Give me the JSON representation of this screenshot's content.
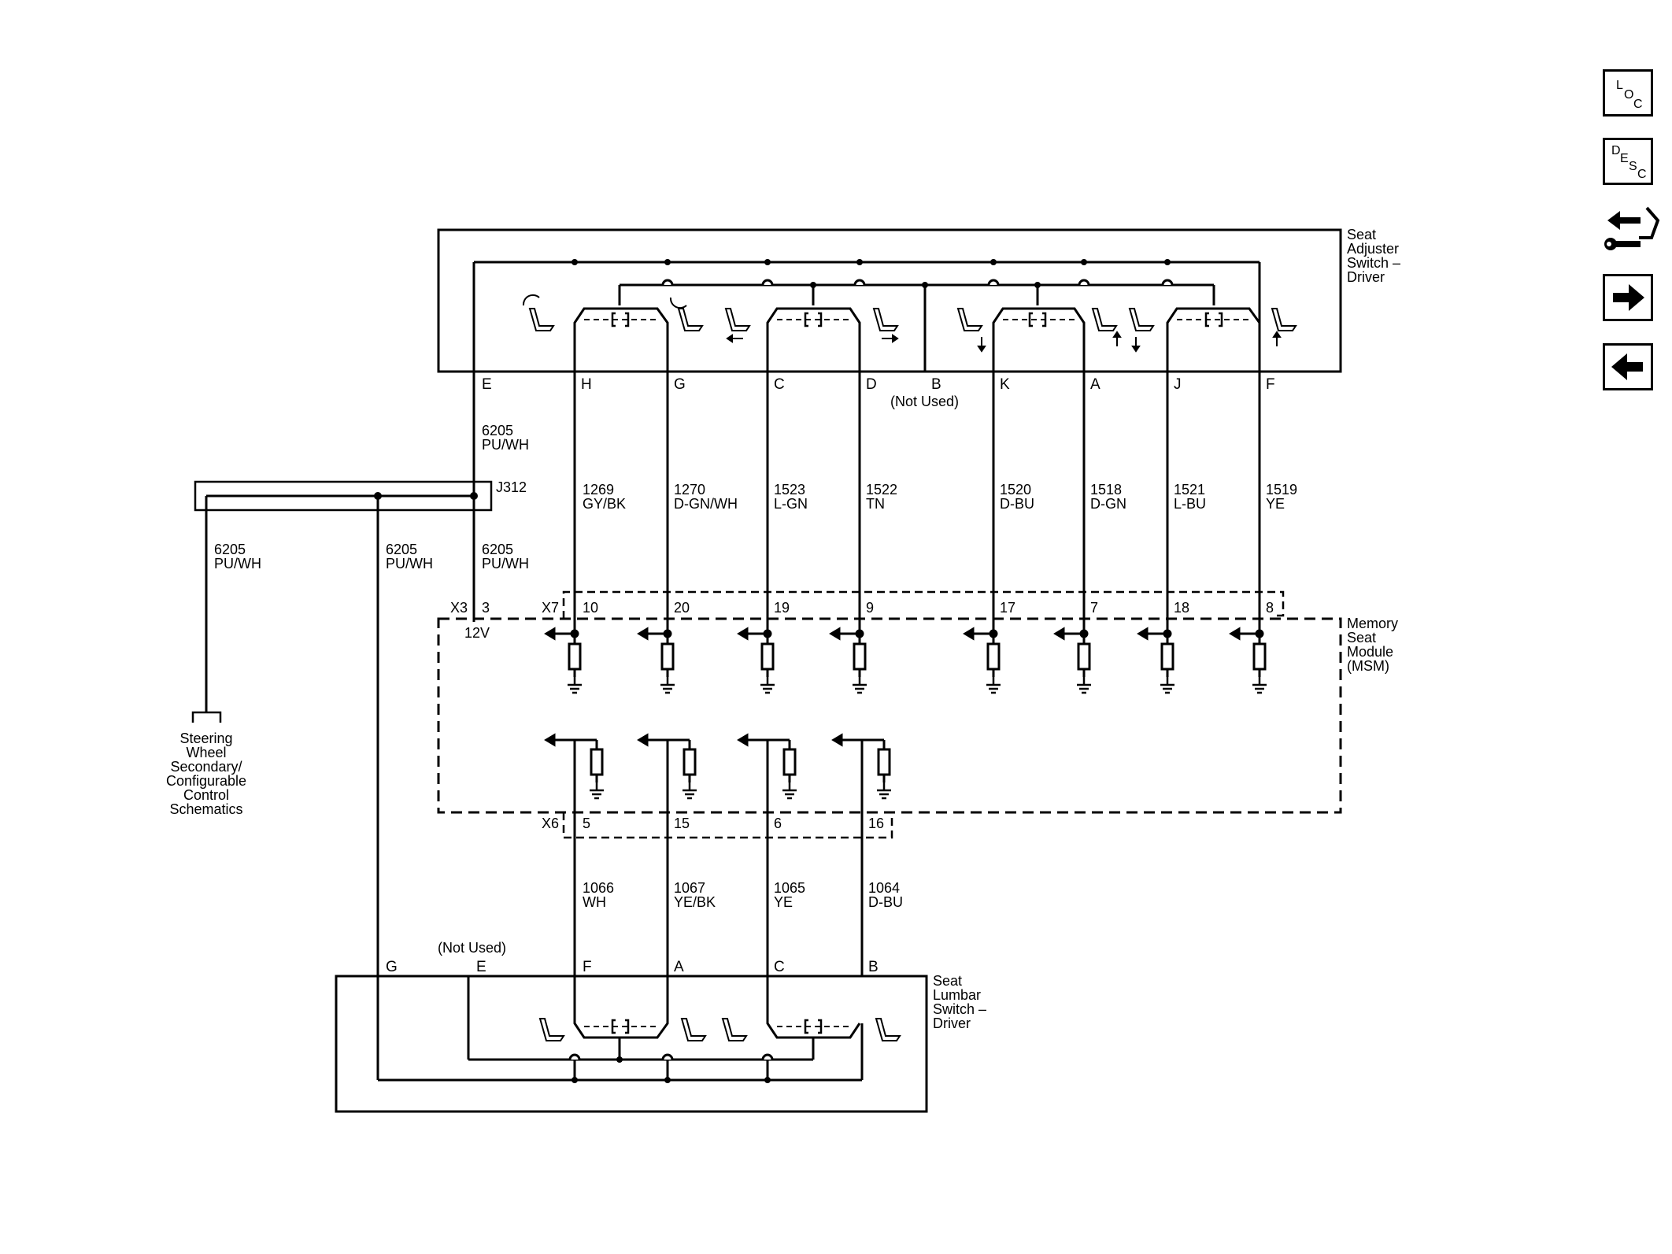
{
  "components": {
    "seat_adjuster_switch": [
      "Seat",
      "Adjuster",
      "Switch –",
      "Driver"
    ],
    "memory_seat_module": [
      "Memory",
      "Seat",
      "Module",
      "(MSM)"
    ],
    "seat_lumbar_switch": [
      "Seat",
      "Lumbar",
      "Switch –",
      "Driver"
    ],
    "steering_wheel_ref": [
      "Steering",
      "Wheel",
      "Secondary/",
      "Configurable",
      "Control",
      "Schematics"
    ]
  },
  "splice": "J312",
  "voltage": "12V",
  "not_used": "(Not Used)",
  "connectors": {
    "x3": "X3",
    "x7": "X7",
    "x6": "X6"
  },
  "adjuster_pins": [
    {
      "pin": "E",
      "circuit": "6205",
      "color": "PU/WH",
      "msm_pin": "3"
    },
    {
      "pin": "H",
      "circuit": "1269",
      "color": "GY/BK",
      "msm_pin": "10"
    },
    {
      "pin": "G",
      "circuit": "1270",
      "color": "D-GN/WH",
      "msm_pin": "20"
    },
    {
      "pin": "C",
      "circuit": "1523",
      "color": "L-GN",
      "msm_pin": "19"
    },
    {
      "pin": "D",
      "circuit": "1522",
      "color": "TN",
      "msm_pin": "9"
    },
    {
      "pin": "B",
      "circuit": "",
      "color": "",
      "msm_pin": ""
    },
    {
      "pin": "K",
      "circuit": "1520",
      "color": "D-BU",
      "msm_pin": "17"
    },
    {
      "pin": "A",
      "circuit": "1518",
      "color": "D-GN",
      "msm_pin": "7"
    },
    {
      "pin": "J",
      "circuit": "1521",
      "color": "L-BU",
      "msm_pin": "18"
    },
    {
      "pin": "F",
      "circuit": "1519",
      "color": "YE",
      "msm_pin": "8"
    }
  ],
  "feed_wires": [
    {
      "circuit": "6205",
      "color": "PU/WH"
    },
    {
      "circuit": "6205",
      "color": "PU/WH"
    }
  ],
  "lumbar_pins": [
    {
      "pin": "G"
    },
    {
      "pin": "E"
    },
    {
      "pin": "F",
      "circuit": "1066",
      "color": "WH",
      "msm_pin": "5"
    },
    {
      "pin": "A",
      "circuit": "1067",
      "color": "YE/BK",
      "msm_pin": "15"
    },
    {
      "pin": "C",
      "circuit": "1065",
      "color": "YE",
      "msm_pin": "6"
    },
    {
      "pin": "B",
      "circuit": "1064",
      "color": "D-BU",
      "msm_pin": "16"
    }
  ],
  "nav_buttons": [
    {
      "name": "loc-button",
      "icon": "loc-icon",
      "letters": [
        "L",
        "O",
        "C"
      ]
    },
    {
      "name": "desc-button",
      "icon": "desc-icon",
      "letters": [
        "D",
        "E",
        "S",
        "C"
      ]
    },
    {
      "name": "repair-button",
      "icon": "wrench-arrows-icon"
    },
    {
      "name": "next-button",
      "icon": "arrow-right-icon"
    },
    {
      "name": "previous-button",
      "icon": "arrow-left-icon"
    }
  ]
}
